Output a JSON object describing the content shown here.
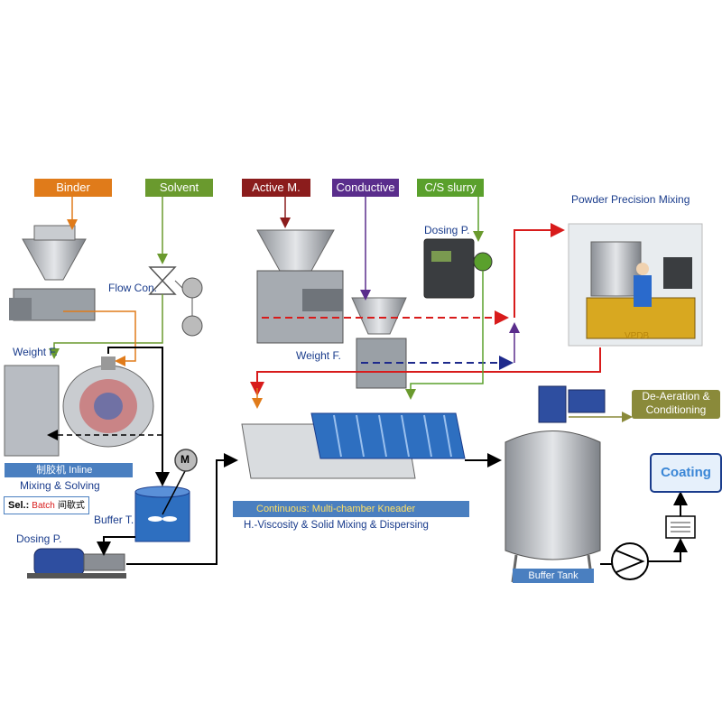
{
  "feeds": {
    "binder": "Binder",
    "solvent": "Solvent",
    "active": "Active M.",
    "conductive": "Conductive",
    "cs_slurry": "C/S slurry"
  },
  "labels": {
    "weight_feeder_left": "Weight F.",
    "weight_feeder_mid": "Weight F.",
    "flow_con": "Flow Con.",
    "dosing_top": "Dosing P.",
    "dosing_bottom": "Dosing P.",
    "powder_mixing": "Powder Precision Mixing",
    "vpdb": "VPDB",
    "de_aeration_line1": "De-Aeration &",
    "de_aeration_line2": "Conditioning",
    "coating": "Coating",
    "buffer_small": "Buffer T.",
    "buffer_tank": "Buffer Tank",
    "motor": "M",
    "inline_cn": "制胶机",
    "inline_en": "Inline",
    "mixing_solving": "Mixing & Solving",
    "sel_prefix": "Sel.:",
    "sel_batch": "Batch",
    "sel_cn": "间歇式",
    "kneader_prefix": "Continuous:",
    "kneader_name": "Multi-chamber Kneader",
    "kneader_sub": "H.-Viscosity & Solid Mixing & Dispersing"
  },
  "colors": {
    "binder": "#e07b1a",
    "solvent": "#6a9a2e",
    "active": "#8b1c1c",
    "conductive": "#5a2d8c",
    "cs_slurry": "#5aa02c",
    "red_flow": "#d81b1b",
    "blue_dash": "#1e2a8c",
    "label_blue": "#1a3c8c",
    "bar_blue": "#4a7fc0",
    "coating_blue": "#3a86d6",
    "deaeration_olive": "#8a8a3a"
  }
}
